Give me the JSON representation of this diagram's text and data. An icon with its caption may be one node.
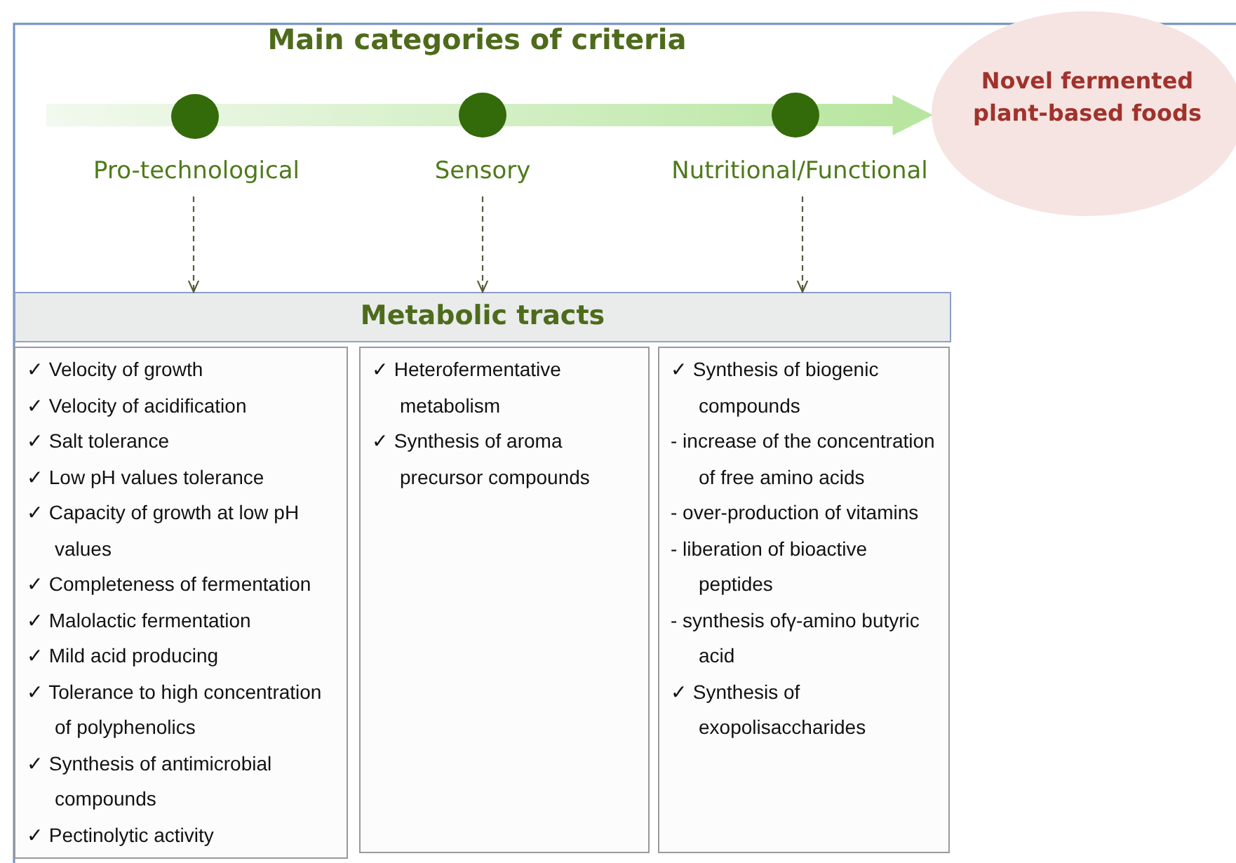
{
  "diagram": {
    "title": "Main categories of criteria",
    "nodes": [
      {
        "text": [],
        "shape": "circle"
      },
      {
        "text": [],
        "shape": "circle"
      },
      {
        "text": [],
        "shape": "circle"
      },
      {
        "text": [
          "Novel fermented plant-based foods"
        ]
      },
      {
        "text": [
          "Pro-technological"
        ]
      },
      {
        "text": [
          "Sensory"
        ]
      },
      {
        "text": [
          "Nutritional/Functional"
        ]
      },
      {
        "text": [
          "Metabolic tracts"
        ]
      },
      {
        "text": [
          "✓ Velocity of growth",
          "✓ Velocity of acidification",
          "✓ Salt tolerance",
          "✓ Low pH values tolerance",
          "✓ Capacity of growth at low pH values",
          "✓ Completeness of fermentation",
          "✓ Malolactic fermentation",
          "✓ Mild acid producing",
          "✓ Tolerance to high concentration of polyphenolics",
          "✓ Synthesis of antimicrobial compounds",
          "✓ Pectinolytic activity"
        ]
      },
      {
        "text": [
          "✓ Heterofermentative metabolism",
          "✓ Synthesis of aroma precursor compounds"
        ]
      },
      {
        "text": [
          "✓ Synthesis of biogenic compounds",
          "- increase of the concentration of free amino acids",
          "- over-production of vitamins",
          "- liberation of bioactive peptides",
          "- synthesis ofγ-amino butyric acid",
          "✓ Synthesis of exopolisaccharides"
        ]
      }
    ],
    "edges": [
      {
        "from": null,
        "to": 3,
        "arrow": "to",
        "style": "thick",
        "color": "#b8e6a0"
      },
      {
        "from": 4,
        "to": 7,
        "arrow": "to",
        "style": "dashed"
      },
      {
        "from": 5,
        "to": 7,
        "arrow": "to",
        "style": "dashed"
      },
      {
        "from": 6,
        "to": 7,
        "arrow": "to",
        "style": "dashed"
      }
    ]
  }
}
